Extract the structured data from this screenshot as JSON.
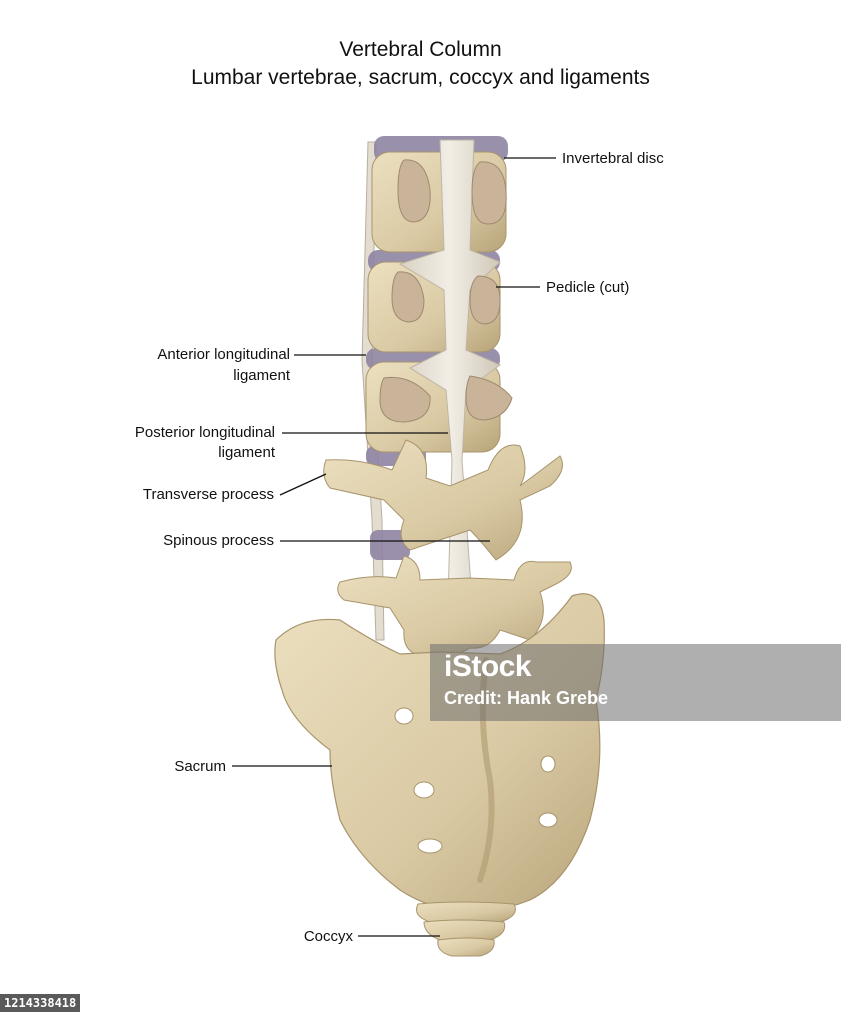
{
  "title": {
    "line1": "Vertebral Column",
    "line2": "Lumbar vertebrae, sacrum, coccyx and ligaments"
  },
  "labels": {
    "intervertebral_disc": "Invertebral disc",
    "pedicle": "Pedicle (cut)",
    "anterior_ligament_1": "Anterior longitudinal",
    "anterior_ligament_2": "ligament",
    "posterior_ligament_1": "Posterior longitudinal",
    "posterior_ligament_2": "ligament",
    "transverse_process": "Transverse process",
    "spinous_process": "Spinous process",
    "sacrum": "Sacrum",
    "coccyx": "Coccyx"
  },
  "watermark": {
    "brand": "iStock",
    "credit": "Credit: Hank Grebe"
  },
  "stock_id": "1214338418",
  "colors": {
    "bone": "#d9c9a3",
    "bone_shadow": "#b8a47a",
    "disc": "#8f84a3",
    "ligament": "#e8e2d6",
    "pedicle_cut": "#c9b49a",
    "leader_line": "#111111"
  }
}
